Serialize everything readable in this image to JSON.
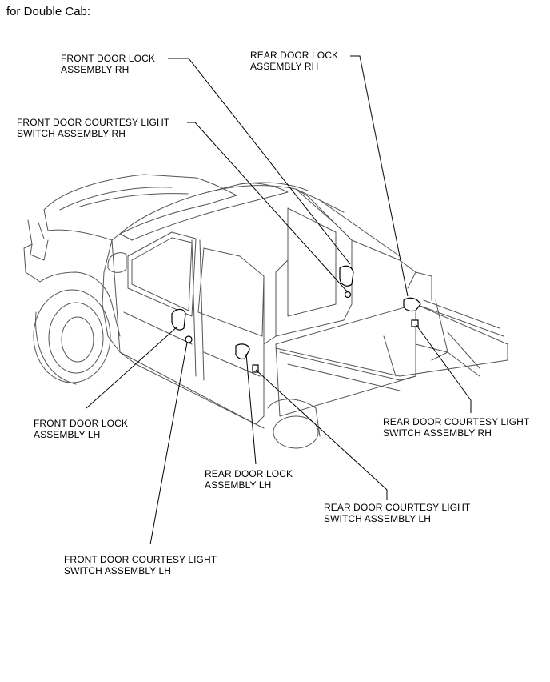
{
  "title": "for Double Cab:",
  "labels": {
    "front_door_lock_rh": [
      "FRONT DOOR LOCK",
      "ASSEMBLY RH"
    ],
    "rear_door_lock_rh": [
      "REAR DOOR LOCK",
      "ASSEMBLY RH"
    ],
    "front_courtesy_rh": [
      "FRONT DOOR COURTESY LIGHT",
      "SWITCH ASSEMBLY RH"
    ],
    "front_door_lock_lh": [
      "FRONT DOOR LOCK",
      "ASSEMBLY LH"
    ],
    "rear_courtesy_rh": [
      "REAR DOOR COURTESY LIGHT",
      "SWITCH ASSEMBLY RH"
    ],
    "rear_door_lock_lh": [
      "REAR DOOR LOCK",
      "ASSEMBLY LH"
    ],
    "rear_courtesy_lh": [
      "REAR DOOR COURTESY LIGHT",
      "SWITCH ASSEMBLY LH"
    ],
    "front_courtesy_lh": [
      "FRONT DOOR COURTESY LIGHT",
      "SWITCH ASSEMBLY LH"
    ]
  }
}
